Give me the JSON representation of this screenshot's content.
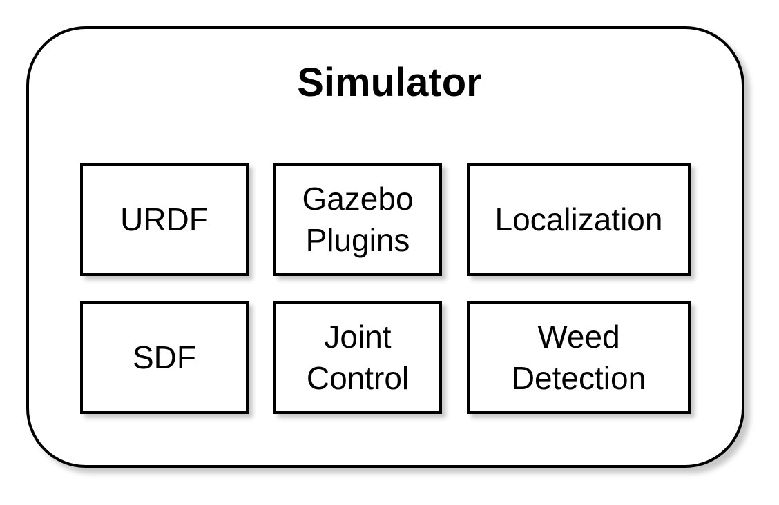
{
  "diagram": {
    "title": "Simulator",
    "components": [
      {
        "label": "URDF"
      },
      {
        "label": "Gazebo\nPlugins"
      },
      {
        "label": "Localization"
      },
      {
        "label": "SDF"
      },
      {
        "label": "Joint\nControl"
      },
      {
        "label": "Weed\nDetection"
      }
    ]
  }
}
